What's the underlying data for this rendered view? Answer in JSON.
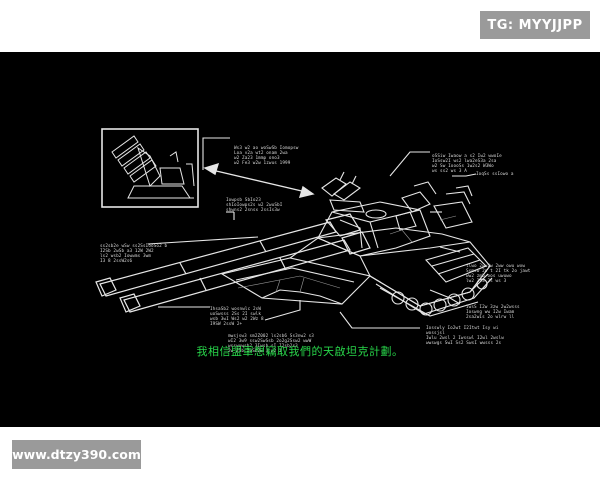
{
  "watermarks": {
    "top_tag": "TG: MYYJJPP",
    "bottom_url": "www.dtzy390.com"
  },
  "subtitle": "我相信盟軍想竊取我們的天啟坦克計劃。",
  "colors": {
    "subtitle": "#28d64a",
    "schematic_line": "#e6e6e6",
    "background": "#000000"
  }
}
